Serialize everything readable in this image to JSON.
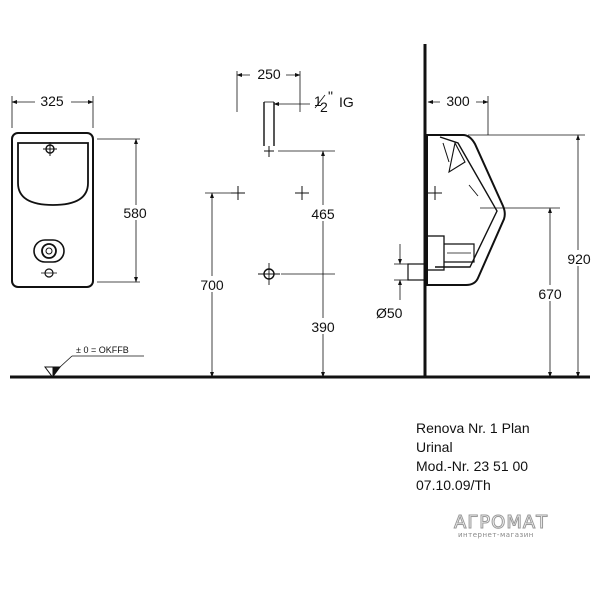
{
  "drawing": {
    "front_view": {
      "width_label": "325",
      "height_label": "580"
    },
    "mounting_view": {
      "spacing_label": "250",
      "thread_label_main": "IG",
      "height_total_label": "700",
      "upper_label": "465",
      "lower_label": "390"
    },
    "side_view": {
      "depth_label": "300",
      "total_height_label": "920",
      "outlet_height_label": "670",
      "outlet_diameter_label": "Ø50"
    },
    "floor_reference": {
      "label": "± 0 = OKFFB"
    }
  },
  "title_block": {
    "line1": "Renova Nr. 1 Plan",
    "line2": "Urinal",
    "line3": "Mod.-Nr. 23 51 00",
    "line4": "07.10.09/Th"
  },
  "watermark": {
    "brand": "АГРОМАТ",
    "tagline": "интернет-магазин"
  }
}
